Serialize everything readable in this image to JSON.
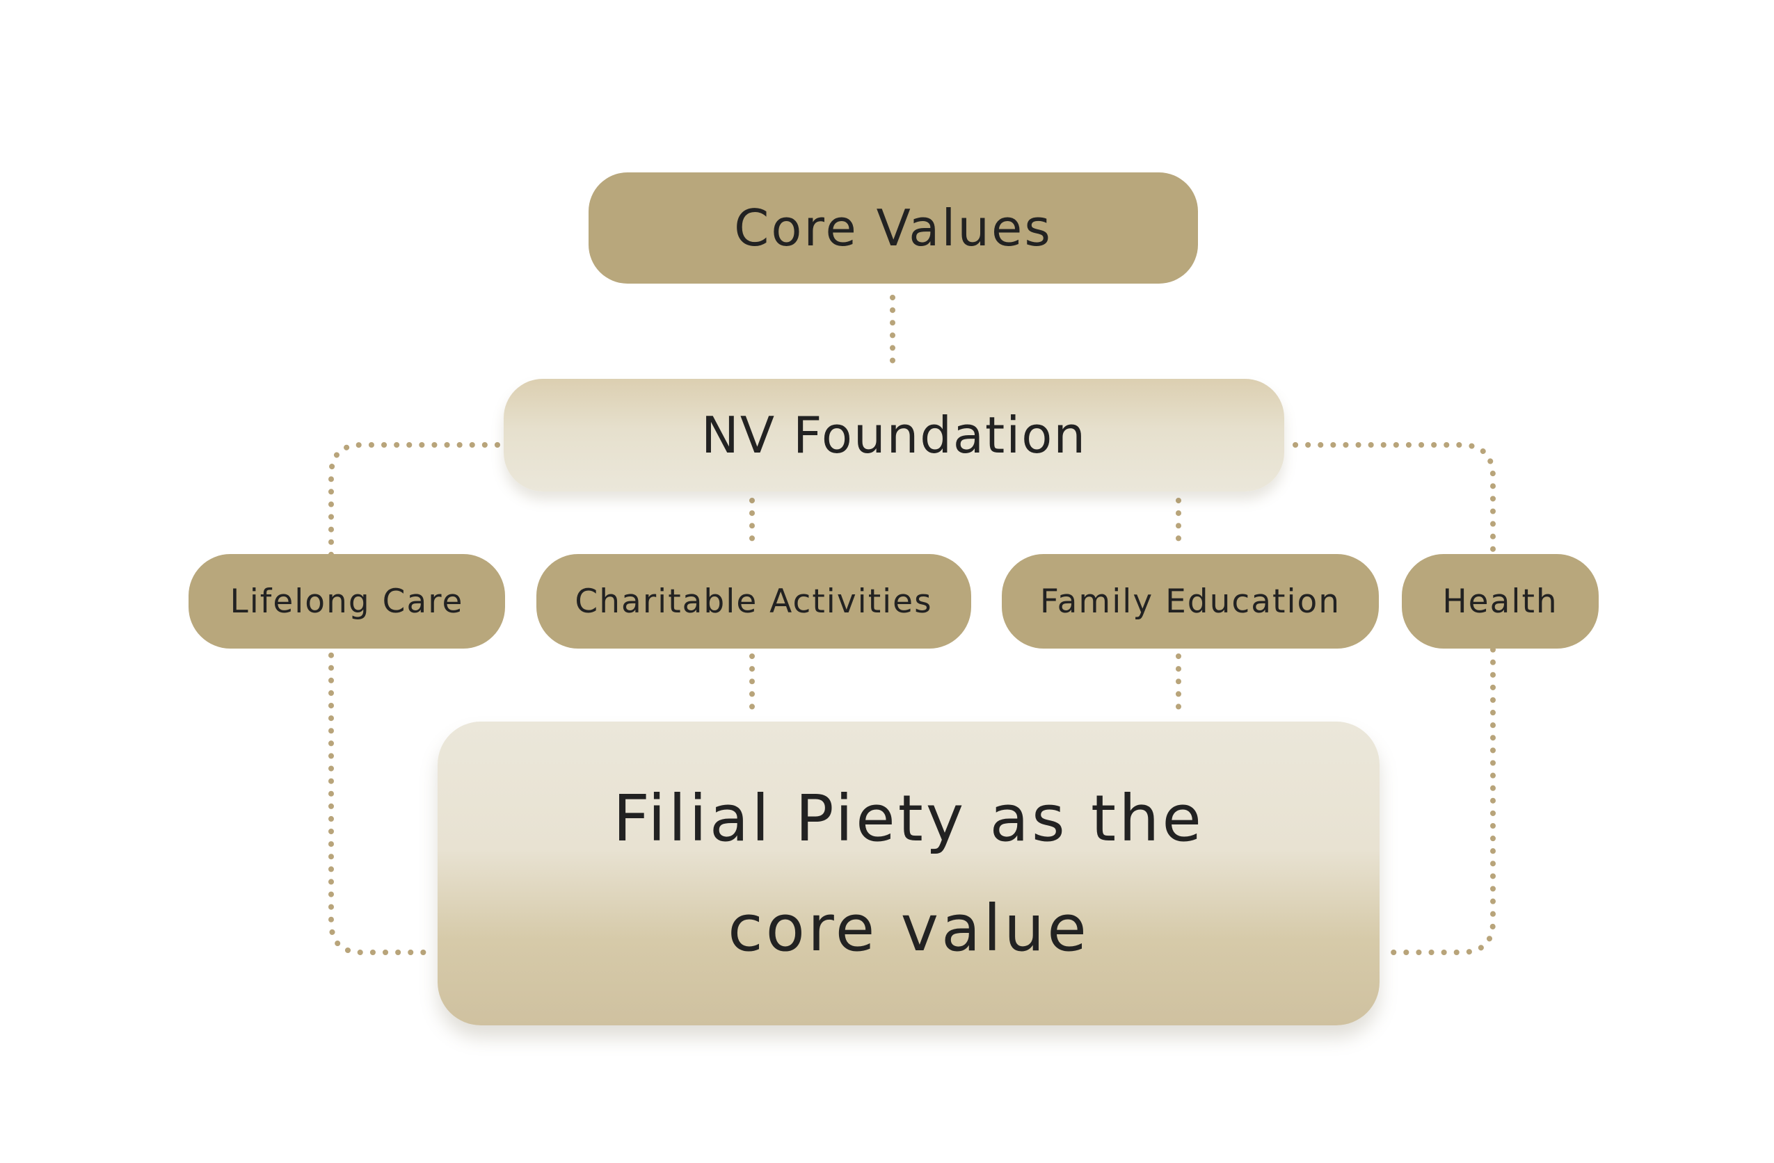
{
  "diagram": {
    "top": "Core Values",
    "foundation": "NV Foundation",
    "branches": [
      "Lifelong Care",
      "Charitable Activities",
      "Family Education",
      "Health"
    ],
    "core_value": {
      "line1": "Filial Piety as the",
      "line2": "core value"
    }
  },
  "colors": {
    "solid_box": "#b8a77c",
    "light_box": "#ebe7da",
    "connector": "#b8a47a",
    "text": "#222222",
    "background": "#ffffff"
  }
}
